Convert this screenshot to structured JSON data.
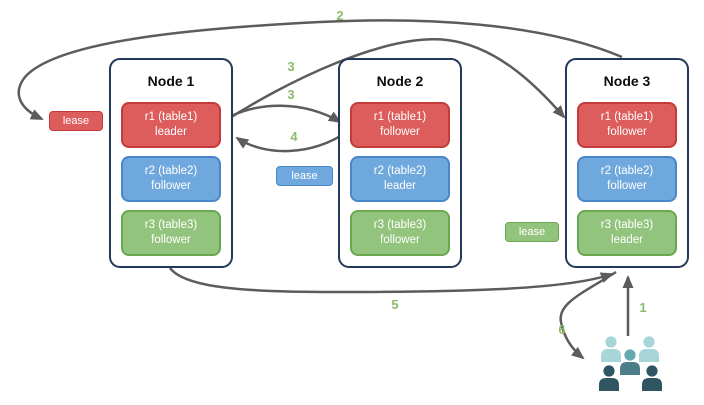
{
  "diagram": {
    "description_visible_text_only": "",
    "nodes": [
      {
        "title": "Node 1",
        "replicas": [
          {
            "name": "r1 (table1)",
            "role": "leader",
            "color": "red"
          },
          {
            "name": "r2 (table2)",
            "role": "follower",
            "color": "blue"
          },
          {
            "name": "r3 (table3)",
            "role": "follower",
            "color": "green"
          }
        ]
      },
      {
        "title": "Node 2",
        "replicas": [
          {
            "name": "r1 (table1)",
            "role": "follower",
            "color": "red"
          },
          {
            "name": "r2 (table2)",
            "role": "leader",
            "color": "blue"
          },
          {
            "name": "r3 (table3)",
            "role": "follower",
            "color": "green"
          }
        ]
      },
      {
        "title": "Node 3",
        "replicas": [
          {
            "name": "r1 (table1)",
            "role": "follower",
            "color": "red"
          },
          {
            "name": "r2 (table2)",
            "role": "follower",
            "color": "blue"
          },
          {
            "name": "r3 (table3)",
            "role": "leader",
            "color": "green"
          }
        ]
      }
    ],
    "leases": [
      {
        "label": "lease",
        "color": "red"
      },
      {
        "label": "lease",
        "color": "blue"
      },
      {
        "label": "lease",
        "color": "green"
      }
    ],
    "step_labels": {
      "s1": "1",
      "s2": "2",
      "s3a": "3",
      "s3b": "3",
      "s4": "4",
      "s5": "5",
      "s6": "6"
    },
    "icons": [
      {
        "name": "users-group-icon"
      }
    ],
    "colors": {
      "leader_red_fill": "#dd5c5c",
      "red_border": "#c43b3b",
      "blue_fill": "#6fa8dc",
      "blue_border": "#4a86c8",
      "green_fill": "#93c47d",
      "green_border": "#6aa84f",
      "node_border_navy": "#24385c",
      "arrow_gray": "#5c5c5c",
      "step_label_green": "#8dbb6c",
      "users_light_teal": "#a8d5d7",
      "users_mid_teal": "#64a9af",
      "users_mid_dark": "#4e7d8a",
      "users_dark_slate": "#2f5563"
    }
  }
}
